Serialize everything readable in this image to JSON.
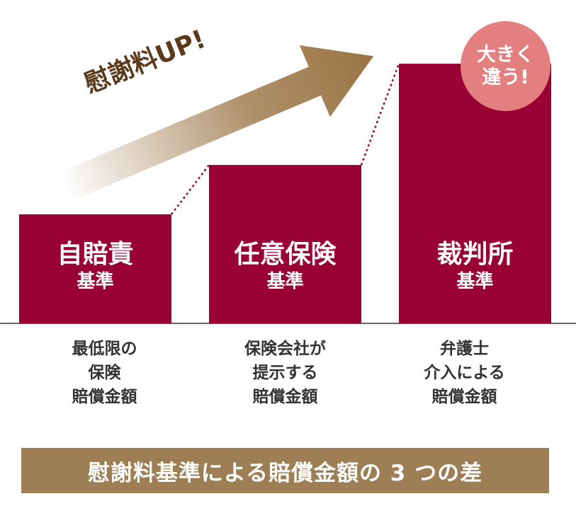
{
  "chart_data": {
    "type": "bar",
    "title": "慰謝料基準による賠償金額の 3 つの差",
    "categories": [
      "自賠責基準",
      "任意保険基準",
      "裁判所基準"
    ],
    "values": [
      42,
      61,
      100
    ],
    "ylim": [
      0,
      100
    ],
    "bars": [
      {
        "line1": "自賠責",
        "line2": "基準",
        "desc": [
          "最低限の",
          "保険",
          "賠償金額"
        ]
      },
      {
        "line1": "任意保険",
        "line2": "基準",
        "desc": [
          "保険会社が",
          "提示する",
          "賠償金額"
        ]
      },
      {
        "line1": "裁判所",
        "line2": "基準",
        "desc": [
          "弁護士",
          "介入による",
          "賠償金額"
        ]
      }
    ],
    "annotations": {
      "arrow": "慰謝料UP!",
      "badge": [
        "大きく",
        "違う!"
      ]
    }
  },
  "colors": {
    "bar": "#990033",
    "badge": "#e37f7f",
    "banner": "#9e7f55",
    "arrow": "#a07c4f",
    "arrow_text": "#5a3a1a"
  }
}
